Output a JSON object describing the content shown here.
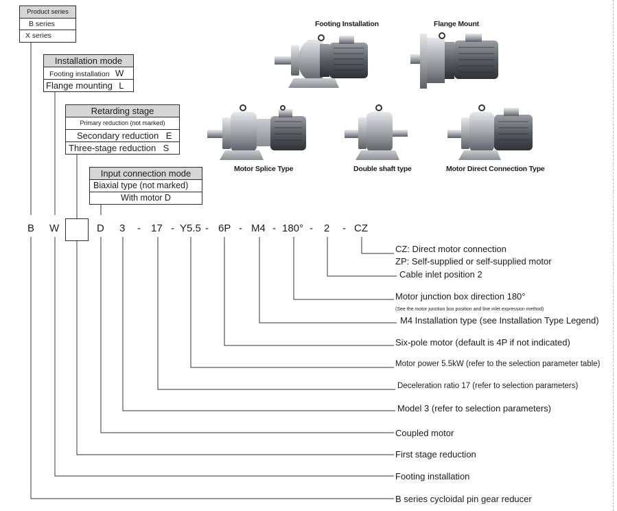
{
  "product_series": {
    "header": "Product series",
    "items": [
      "B  series",
      "X  series"
    ]
  },
  "installation_mode": {
    "header": "Installation mode",
    "items": [
      {
        "label": "Footing installation",
        "code": "W"
      },
      {
        "label": "Flange mounting",
        "code": "L"
      }
    ]
  },
  "retarding_stage": {
    "header": "Retarding stage",
    "items": [
      {
        "label": "Primary reduction (not marked)",
        "code": ""
      },
      {
        "label": "Secondary reduction",
        "code": "E"
      },
      {
        "label": "Three-stage reduction",
        "code": "S"
      }
    ]
  },
  "input_connection_mode": {
    "header": "Input connection mode",
    "items": [
      "Biaxial type (not marked)",
      "With motor D"
    ]
  },
  "model_code": {
    "b": "B",
    "w": "W",
    "d": "D",
    "model": "3",
    "dash1": "-",
    "ratio": "17",
    "dash2": "-",
    "power": "Y5.5",
    "dash3": "-",
    "poles": "6P",
    "dash4": "-",
    "mount": "M4",
    "dash5": "-",
    "direction": "180°",
    "dash6": "-",
    "cable": "2",
    "dash7": "-",
    "conn": "CZ"
  },
  "photos": {
    "footing": "Footing Installation",
    "flange": "Flange Mount",
    "splice": "Motor Splice Type",
    "double": "Double shaft type",
    "direct": "Motor Direct Connection Type"
  },
  "explanations": {
    "cz": "CZ: Direct motor connection",
    "zp": "ZP: Self-supplied or self-supplied motor",
    "cable": "Cable inlet position 2",
    "direction": "Motor junction box direction 180°",
    "direction_note": "(See the motor junction box position and line inlet expression method)",
    "mount": "M4 Installation type (see Installation Type Legend)",
    "poles": "Six-pole motor (default is 4P if not indicated)",
    "power": "Motor power 5.5kW (refer to the selection parameter table)",
    "ratio": "Deceleration ratio 17 (refer to selection parameters)",
    "model": "Model 3 (refer to selection parameters)",
    "coupled": "Coupled motor",
    "stage": "First stage reduction",
    "footing": "Footing installation",
    "series": "B series cycloidal pin gear reducer"
  }
}
